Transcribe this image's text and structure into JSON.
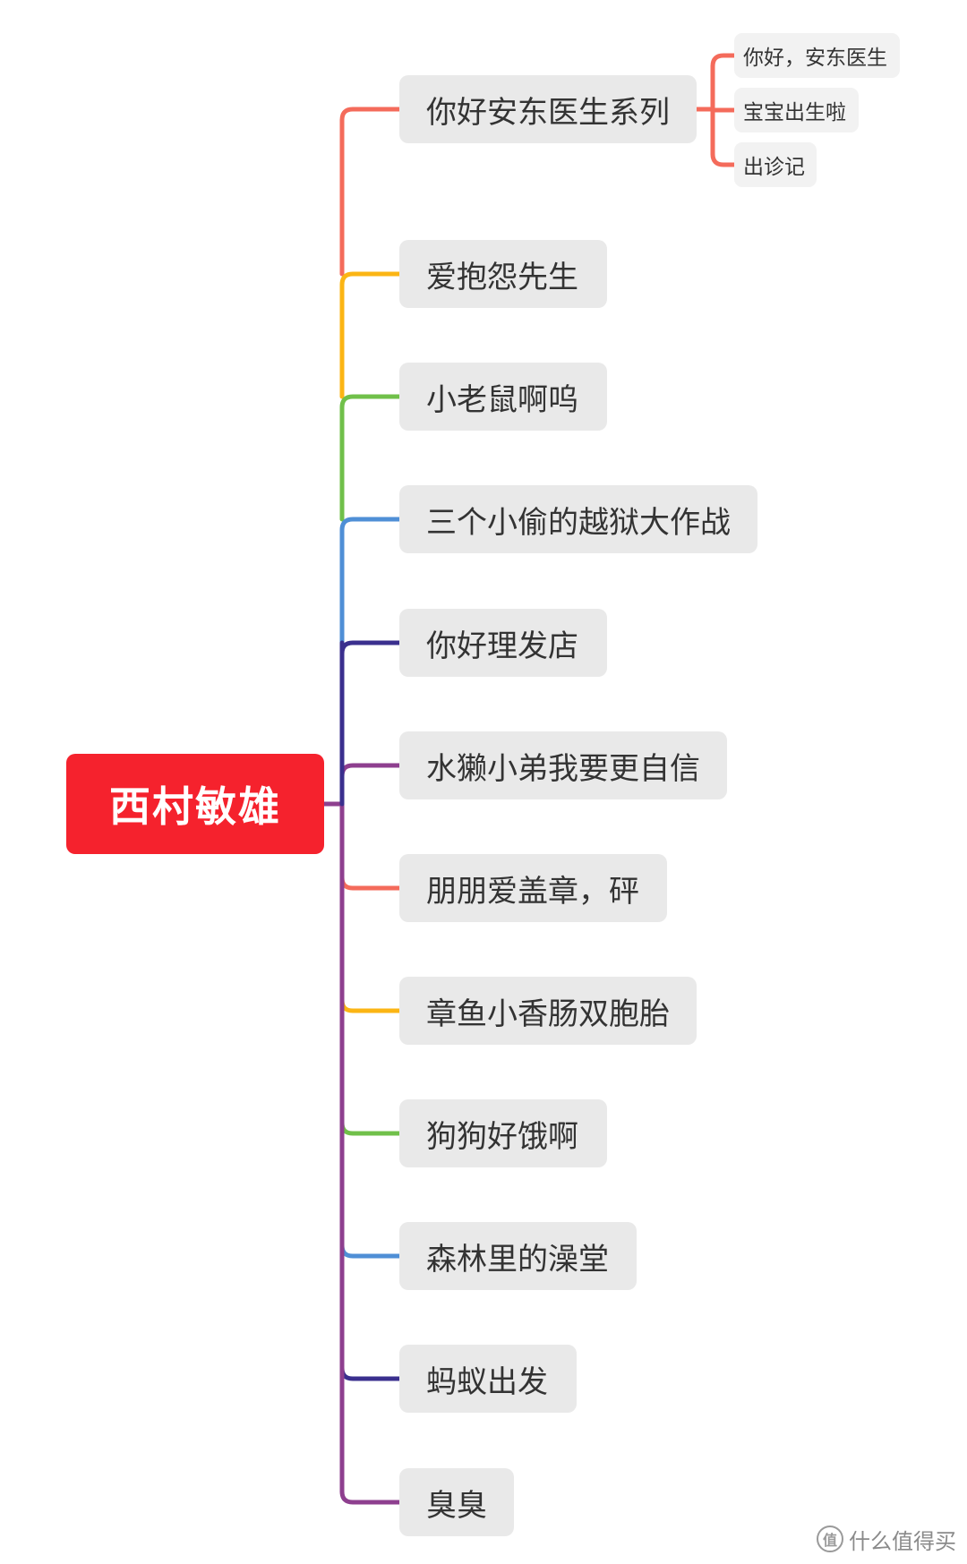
{
  "root": {
    "label": "西村敏雄",
    "color": "#f5222d"
  },
  "branches": [
    {
      "label": "你好安东医生系列",
      "color": "#f46b5b",
      "children": [
        "你好，安东医生",
        "宝宝出生啦",
        "出诊记"
      ]
    },
    {
      "label": "爱抱怨先生",
      "color": "#fbb514"
    },
    {
      "label": "小老鼠啊呜",
      "color": "#70c04a"
    },
    {
      "label": "三个小偷的越狱大作战",
      "color": "#4f8fd6"
    },
    {
      "label": "你好理发店",
      "color": "#3a2f8e"
    },
    {
      "label": "水獭小弟我要更自信",
      "color": "#8e3f8f"
    },
    {
      "label": "朋朋爱盖章，砰",
      "color": "#f46b5b"
    },
    {
      "label": "章鱼小香肠双胞胎",
      "color": "#fbb514"
    },
    {
      "label": "狗狗好饿啊",
      "color": "#70c04a"
    },
    {
      "label": "森林里的澡堂",
      "color": "#4f8fd6"
    },
    {
      "label": "蚂蚁出发",
      "color": "#3a2f8e"
    },
    {
      "label": "臭臭",
      "color": "#8e3f8f"
    }
  ],
  "watermark": {
    "text": "什么值得买",
    "icon": "zhi-logo-icon",
    "icon_glyph": "值"
  }
}
